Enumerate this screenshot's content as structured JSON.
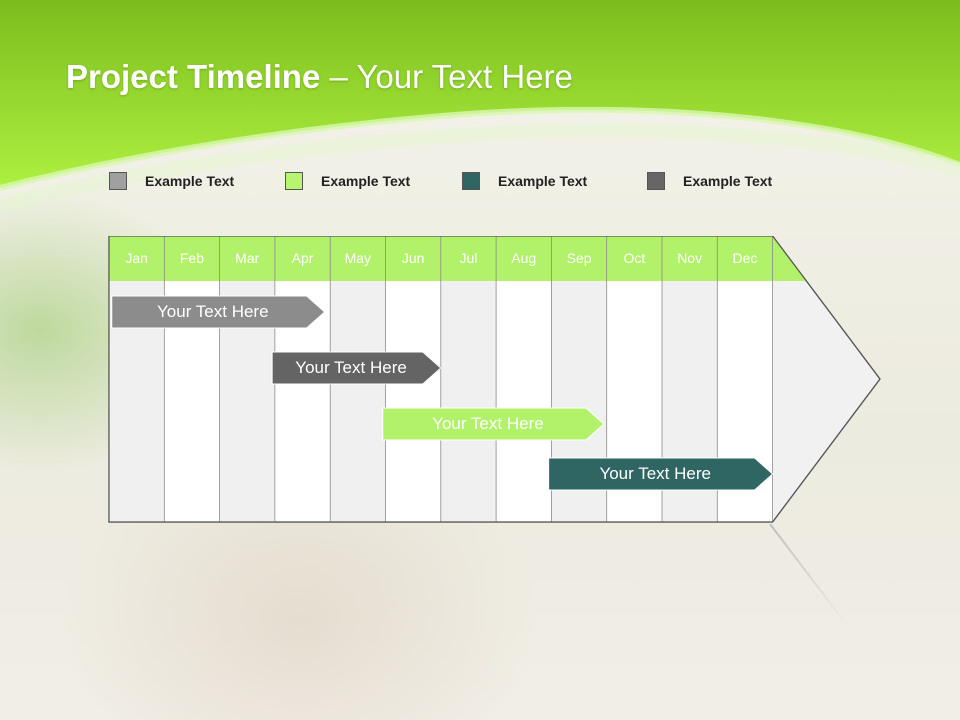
{
  "title": {
    "bold": "Project Timeline",
    "rest": " – Your Text Here"
  },
  "colors": {
    "header_top": "#7cbd1e",
    "header_bottom": "#aef040",
    "month_bar": "#b2f26a",
    "gray": "#8c8c8c",
    "green": "#b2f26a",
    "teal": "#2f6664",
    "dark_gray": "#646464"
  },
  "legend": [
    {
      "label": "Example Text",
      "color": "#a0a0a0"
    },
    {
      "label": "Example Text",
      "color": "#b8f56e"
    },
    {
      "label": "Example Text",
      "color": "#2f6664"
    },
    {
      "label": "Example Text",
      "color": "#666666"
    }
  ],
  "chart_data": {
    "type": "gantt",
    "months": [
      "Jan",
      "Feb",
      "Mar",
      "Apr",
      "May",
      "Jun",
      "Jul",
      "Aug",
      "Sep",
      "Oct",
      "Nov",
      "Dec"
    ],
    "tasks": [
      {
        "label": "Your  Text Here",
        "start_month": 0.05,
        "end_month": 3.9,
        "color": "#8c8c8c",
        "text_color": "#ffffff"
      },
      {
        "label": "Your  Text Here",
        "start_month": 2.95,
        "end_month": 6.0,
        "color": "#646464",
        "text_color": "#ffffff"
      },
      {
        "label": "Your  Text Here",
        "start_month": 4.95,
        "end_month": 8.95,
        "color": "#b2f26a",
        "text_color": "#ffffff"
      },
      {
        "label": "Your  Text Here",
        "start_month": 7.95,
        "end_month": 12.0,
        "color": "#2f6664",
        "text_color": "#ffffff"
      }
    ]
  }
}
